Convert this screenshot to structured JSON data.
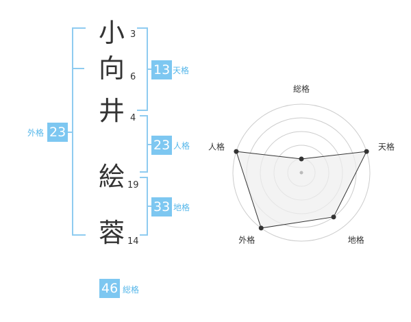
{
  "name": {
    "chars": [
      {
        "char": "小",
        "strokes": "3"
      },
      {
        "char": "向",
        "strokes": "6"
      },
      {
        "char": "井",
        "strokes": "4"
      },
      {
        "char": "絵",
        "strokes": "19"
      },
      {
        "char": "蓉",
        "strokes": "14"
      }
    ]
  },
  "kakusu": {
    "tenkaku": {
      "value": "13",
      "label": "天格"
    },
    "jinkaku": {
      "value": "23",
      "label": "人格"
    },
    "chikaku": {
      "value": "33",
      "label": "地格"
    },
    "gaikaku": {
      "value": "23",
      "label": "外格"
    },
    "soukaku": {
      "value": "46",
      "label": "総格"
    }
  },
  "colors": {
    "bracket": "#8ecbf0",
    "badge_bg": "#7dc7f1",
    "badge_label": "#56b7ea",
    "text": "#333333",
    "radar_grid": "#cccccc",
    "radar_fill": "#eeeeee",
    "radar_line": "#333333"
  },
  "chart_data": {
    "type": "radar",
    "axes": [
      "総格",
      "天格",
      "地格",
      "外格",
      "人格"
    ],
    "scale_levels": 5,
    "values": [
      1,
      5,
      4,
      5,
      5
    ],
    "max": 5
  }
}
